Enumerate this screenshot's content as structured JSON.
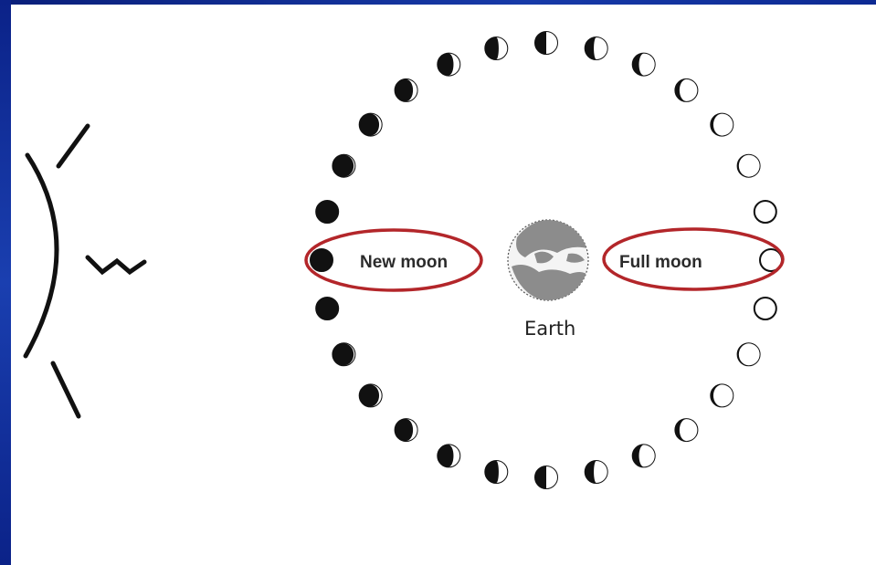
{
  "labels": {
    "new_moon": "New moon",
    "full_moon": "Full moon",
    "earth": "Earth"
  },
  "colors": {
    "frame": "#143199",
    "highlight_ellipse": "#b3262a",
    "moon_dark": "#111111",
    "moon_outline": "#111111",
    "earth_land": "#8c8c8c"
  },
  "icons": [
    "sun-rays-icon",
    "earth-globe-icon",
    "moon-phase-icon"
  ]
}
